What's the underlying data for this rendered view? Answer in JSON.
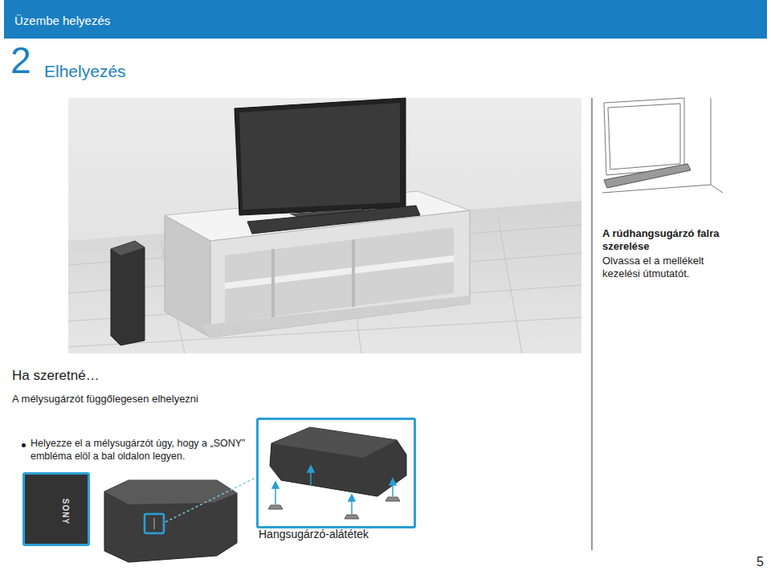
{
  "diagram": {
    "title": "Elhelyezés",
    "nodes": [
      {
        "text": [
          "SONY"
        ]
      },
      {
        "text": [
          "Hangsugárzó-alátétek"
        ]
      }
    ],
    "labels": [
      "Üzembe helyezés",
      "2",
      "A rúdhangsugárzó falra szerelése",
      "Olvassa el a mellékelt kezelési útmutatót.",
      "Ha szeretné…",
      "A mélysugárzót függőlegesen elhelyezni",
      "Helyezze el a mélysugárzót úgy, hogy a „SONY” embléma elöl a bal oldalon legyen.",
      "5"
    ]
  }
}
